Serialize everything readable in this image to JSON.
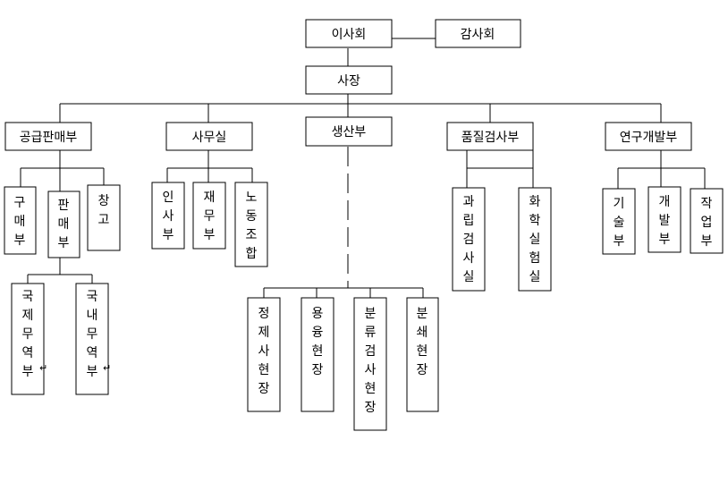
{
  "diagram": {
    "board": "이사회",
    "auditor": "감사회",
    "ceo": "사장",
    "departments": {
      "supply_sales": "공급판매부",
      "office": "사무실",
      "production": "생산부",
      "quality": "품질검사부",
      "rnd": "연구개발부"
    },
    "units": {
      "purchasing": "구매부",
      "sales": "판매부",
      "warehouse": "창고",
      "personnel": "인사부",
      "finance": "재무부",
      "union": "노동조합",
      "domestic_trade": "국제무역부",
      "domestic_trade_mark": "↵",
      "internal_trade": "국내무역부",
      "internal_trade_mark": "↵",
      "refining_site": "정제사현장",
      "melting_site": "용융현장",
      "sorting_inspection_site": "분류검사현장",
      "crushing_site": "분쇄현장",
      "physical_inspection": "과립검사실",
      "chemical_lab": "화학실험실",
      "technical": "기술부",
      "development": "개발부",
      "operations": "작업부"
    }
  }
}
